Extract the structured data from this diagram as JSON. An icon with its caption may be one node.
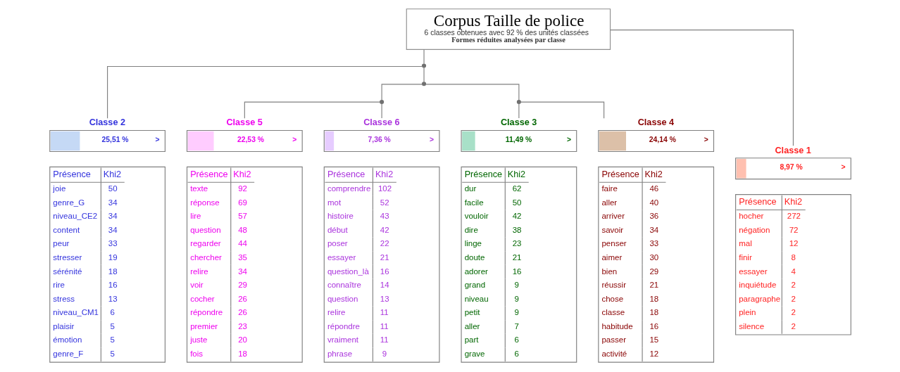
{
  "diagram": {
    "nodes": [
      {
        "text": [
          "Corpus Taille de police",
          "6 classes obtenues avec 92 % des unités classées",
          "Formes réduites analysées par classe"
        ]
      },
      {
        "text": [],
        "shape": "circle"
      },
      {
        "text": [],
        "shape": "circle"
      },
      {
        "text": [],
        "shape": "circle"
      },
      {
        "text": [],
        "shape": "circle"
      },
      {
        "text": [
          "Classe 2",
          "25,51 %",
          ">",
          "Présence",
          "Khi2",
          "joie",
          "50",
          "genre_G",
          "34",
          "niveau_CE2",
          "34",
          "content",
          "34",
          "peur",
          "33",
          "stresser",
          "19",
          "sérénité",
          "18",
          "rire",
          "16",
          "stress",
          "13",
          "niveau_CM1",
          "6",
          "plaisir",
          "5",
          "émotion",
          "5",
          "genre_F",
          "5"
        ]
      },
      {
        "text": [
          "Classe 5",
          "22,53 %",
          ">",
          "Présence",
          "Khi2",
          "texte",
          "92",
          "réponse",
          "69",
          "lire",
          "57",
          "question",
          "48",
          "regarder",
          "44",
          "chercher",
          "35",
          "relire",
          "34",
          "voir",
          "29",
          "cocher",
          "26",
          "répondre",
          "26",
          "premier",
          "23",
          "juste",
          "20",
          "fois",
          "18"
        ]
      },
      {
        "text": [
          "Classe 6",
          "7,36 %",
          ">",
          "Présence",
          "Khi2",
          "comprendre",
          "102",
          "mot",
          "52",
          "histoire",
          "43",
          "début",
          "42",
          "poser",
          "22",
          "essayer",
          "21",
          "question_là",
          "16",
          "connaître",
          "14",
          "question",
          "13",
          "relire",
          "11",
          "répondre",
          "11",
          "vraiment",
          "11",
          "phrase",
          "9"
        ]
      },
      {
        "text": [
          "Classe 3",
          "11,49 %",
          ">",
          "Présence",
          "Khi2",
          "dur",
          "62",
          "facile",
          "50",
          "vouloir",
          "42",
          "dire",
          "38",
          "linge",
          "23",
          "doute",
          "21",
          "adorer",
          "16",
          "grand",
          "9",
          "niveau",
          "9",
          "petit",
          "9",
          "aller",
          "7",
          "part",
          "6",
          "grave",
          "6"
        ]
      },
      {
        "text": [
          "Classe 4",
          "24,14 %",
          ">",
          "Présence",
          "Khi2",
          "faire",
          "46",
          "aller",
          "40",
          "arriver",
          "36",
          "savoir",
          "34",
          "penser",
          "33",
          "aimer",
          "30",
          "bien",
          "29",
          "réussir",
          "21",
          "chose",
          "18",
          "classe",
          "18",
          "habitude",
          "16",
          "passer",
          "15",
          "activité",
          "12"
        ]
      },
      {
        "text": [
          "Classe 1",
          "8,97 %",
          ">",
          "Présence",
          "Khi2",
          "hocher",
          "272",
          "négation",
          "72",
          "mal",
          "12",
          "finir",
          "8",
          "essayer",
          "4",
          "inquiétude",
          "2",
          "paragraphe",
          "2",
          "plein",
          "2",
          "silence",
          "2"
        ]
      }
    ],
    "edges": [
      {
        "from": 0,
        "to": 1,
        "arrow": "none"
      },
      {
        "from": 0,
        "to": 10,
        "arrow": "none"
      },
      {
        "from": 1,
        "to": 5,
        "arrow": "none"
      },
      {
        "from": 1,
        "to": 2,
        "arrow": "none"
      },
      {
        "from": 2,
        "to": 4,
        "arrow": "none"
      },
      {
        "from": 2,
        "to": 3,
        "arrow": "none"
      },
      {
        "from": 4,
        "to": 6,
        "arrow": "none"
      },
      {
        "from": 4,
        "to": 7,
        "arrow": "none"
      },
      {
        "from": 3,
        "to": 8,
        "arrow": "none"
      },
      {
        "from": 3,
        "to": 9,
        "arrow": "none"
      }
    ]
  }
}
